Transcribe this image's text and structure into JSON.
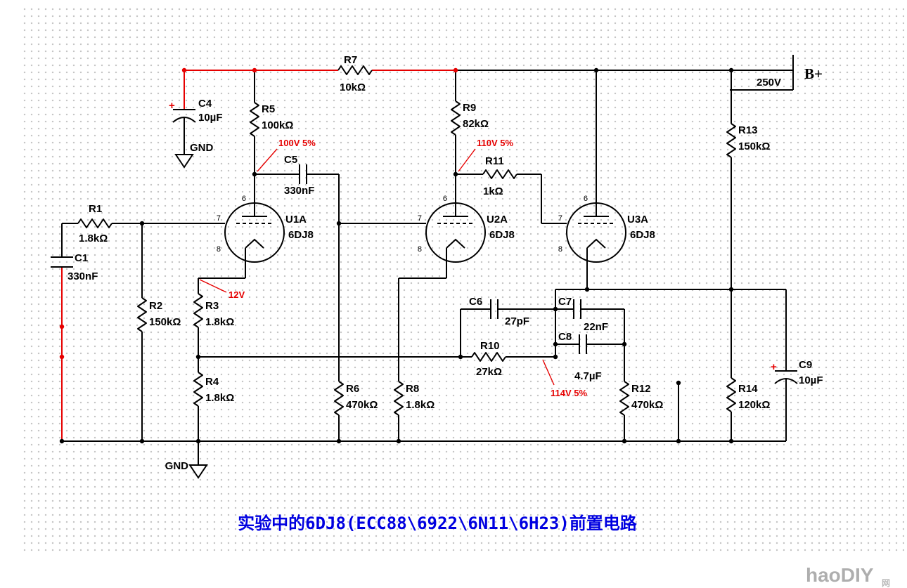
{
  "title": "实验中的6DJ8(ECC88\\6922\\6N11\\6H23)前置电路",
  "power": {
    "label": "B+",
    "voltage": "250V"
  },
  "ground_labels": {
    "top": "GND",
    "bottom": "GND"
  },
  "tubes": {
    "u1": {
      "ref": "U1A",
      "type": "6DJ8",
      "pin_anode": "6",
      "pin_grid": "7",
      "pin_cathode": "8"
    },
    "u2": {
      "ref": "U2A",
      "type": "6DJ8",
      "pin_anode": "6",
      "pin_grid": "7",
      "pin_cathode": "8"
    },
    "u3": {
      "ref": "U3A",
      "type": "6DJ8",
      "pin_anode": "6",
      "pin_grid": "7",
      "pin_cathode": "8"
    }
  },
  "resistors": {
    "r1": {
      "ref": "R1",
      "value": "1.8kΩ"
    },
    "r2": {
      "ref": "R2",
      "value": "150kΩ"
    },
    "r3": {
      "ref": "R3",
      "value": "1.8kΩ"
    },
    "r4": {
      "ref": "R4",
      "value": "1.8kΩ"
    },
    "r5": {
      "ref": "R5",
      "value": "100kΩ"
    },
    "r6": {
      "ref": "R6",
      "value": "470kΩ"
    },
    "r7": {
      "ref": "R7",
      "value": "10kΩ"
    },
    "r8": {
      "ref": "R8",
      "value": "1.8kΩ"
    },
    "r9": {
      "ref": "R9",
      "value": "82kΩ"
    },
    "r10": {
      "ref": "R10",
      "value": "27kΩ"
    },
    "r11": {
      "ref": "R11",
      "value": "1kΩ"
    },
    "r12": {
      "ref": "R12",
      "value": "470kΩ"
    },
    "r13": {
      "ref": "R13",
      "value": "150kΩ"
    },
    "r14": {
      "ref": "R14",
      "value": "120kΩ"
    }
  },
  "capacitors": {
    "c1": {
      "ref": "C1",
      "value": "330nF"
    },
    "c4": {
      "ref": "C4",
      "value": "10µF",
      "polarity": "+"
    },
    "c5": {
      "ref": "C5",
      "value": "330nF"
    },
    "c6": {
      "ref": "C6",
      "value": "27pF"
    },
    "c7": {
      "ref": "C7",
      "value": "22nF"
    },
    "c8": {
      "ref": "C8",
      "value": "4.7µF"
    },
    "c9": {
      "ref": "C9",
      "value": "10µF",
      "polarity": "+"
    }
  },
  "voltage_annotations": {
    "v1": "100V 5%",
    "v2": "110V 5%",
    "v3": "12V",
    "v4": "114V 5%"
  },
  "colors": {
    "wire": "#000000",
    "power_wire": "#e60000",
    "annotation": "#e60000",
    "title_text": "#0000e0",
    "dot_grid": "#c4c4c4",
    "watermark": "#aeaeae"
  },
  "watermark": {
    "text": "haoDIY",
    "suffix": "网"
  }
}
